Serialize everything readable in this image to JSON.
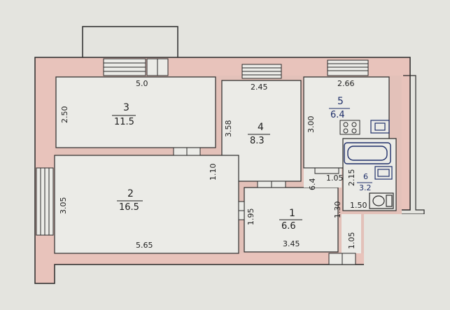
{
  "colors": {
    "paper": "#e4e4df",
    "wall_fill": "#e8c3bb",
    "wall_line": "#2a2a2a",
    "room_fill": "#ebebe7",
    "ink": "#1e1e1e",
    "blue_ink": "#1f2f6a"
  },
  "rooms": [
    {
      "number": "3",
      "area": "11.5"
    },
    {
      "number": "4",
      "area": "8.3"
    },
    {
      "number": "5",
      "area": "6.4"
    },
    {
      "number": "2",
      "area": "16.5"
    },
    {
      "number": "1",
      "area": "6.6"
    },
    {
      "number": "6",
      "area": "3.2"
    }
  ],
  "dimensions": {
    "room3_width": "5.0",
    "room3_depth": "2.50",
    "room4_width": "2.45",
    "room4_depth": "3.58",
    "room5_width": "2.66",
    "room5_depth": "3.00",
    "room2_width": "5.65",
    "room2_depth": "3.05",
    "door_wall": "1.10",
    "room1_width": "3.45",
    "room1_depth": "1.95",
    "hall_small": "1.05",
    "bath_depth": "2.15",
    "bath_width": "1.50",
    "corridor_small": "1.30",
    "corridor_bottom": "1.05",
    "misc": "6.4"
  },
  "fixtures": [
    "stove-icon",
    "sink-icon",
    "bathtub-icon",
    "washbasin-icon",
    "toilet-icon"
  ]
}
